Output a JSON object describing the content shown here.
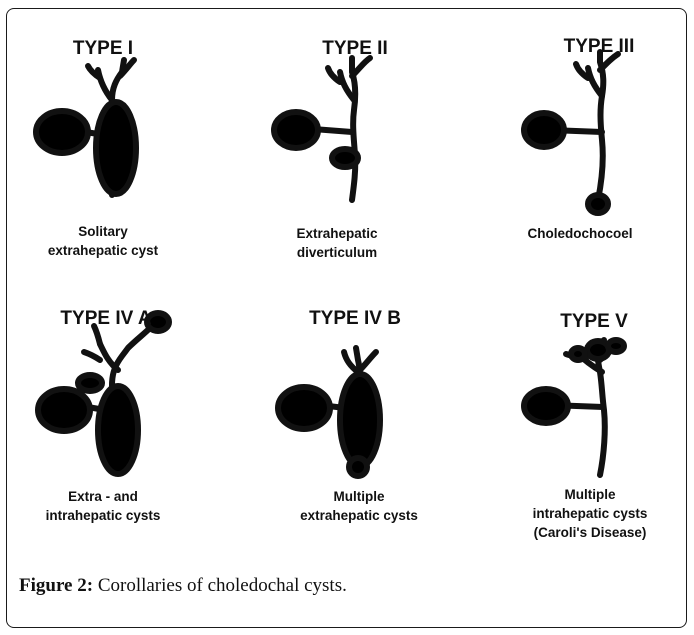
{
  "panels": [
    {
      "title": "TYPE I",
      "desc": [
        "Solitary",
        "extrahepatic cyst"
      ]
    },
    {
      "title": "TYPE II",
      "desc": [
        "Extrahepatic",
        "diverticulum"
      ]
    },
    {
      "title": "TYPE III",
      "desc": [
        "Choledochocoel"
      ]
    },
    {
      "title": "TYPE IV A",
      "desc": [
        "Extra - and",
        "intrahepatic cysts"
      ]
    },
    {
      "title": "TYPE IV B",
      "desc": [
        "Multiple",
        "extrahepatic cysts"
      ]
    },
    {
      "title": "TYPE V",
      "desc": [
        "Multiple",
        "intrahepatic cysts",
        "(Caroli's Disease)"
      ]
    }
  ],
  "caption": {
    "label": "Figure 2:",
    "text": " Corollaries of choledochal cysts."
  },
  "colors": {
    "ink": "#111111",
    "frame": "#1a1a1a",
    "background": "#ffffff"
  }
}
